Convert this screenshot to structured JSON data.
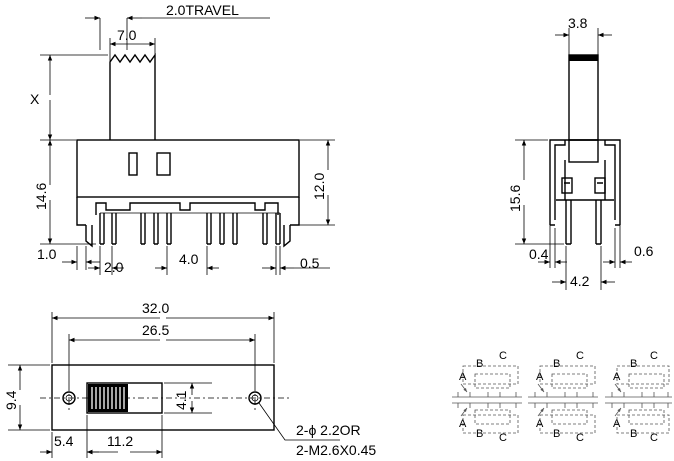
{
  "front_view": {
    "travel": "2.0TRAVEL",
    "actuator_width": "7.0",
    "actuator_height": "X",
    "body_height": "14.6",
    "height_12": "12.0",
    "pin_offset": "1.0",
    "pin_pitch": "2.0",
    "group_pitch": "4.0",
    "pin_thickness": "0.5"
  },
  "side_view": {
    "actuator_width": "3.8",
    "height": "15.6",
    "left_dim": "0.4",
    "right_dim": "0.6",
    "pin_spacing": "4.2"
  },
  "top_view": {
    "overall_length": "32.0",
    "hole_spacing": "26.5",
    "width": "9.4",
    "slot_width": "4.1",
    "edge_offset": "5.4",
    "slot_offset": "11.2",
    "hole_note_1": "2-ϕ 2.2OR",
    "hole_note_2": "2-M2.6X0.45"
  },
  "schematic": {
    "groups": [
      {
        "upper": [
          "A",
          "B",
          "C"
        ],
        "lower": [
          "A",
          "B",
          "C"
        ]
      },
      {
        "upper": [
          "A",
          "B",
          "C"
        ],
        "lower": [
          "A",
          "B",
          "C"
        ]
      },
      {
        "upper": [
          "A",
          "B",
          "C"
        ],
        "lower": [
          "A",
          "B",
          "C"
        ]
      }
    ]
  }
}
